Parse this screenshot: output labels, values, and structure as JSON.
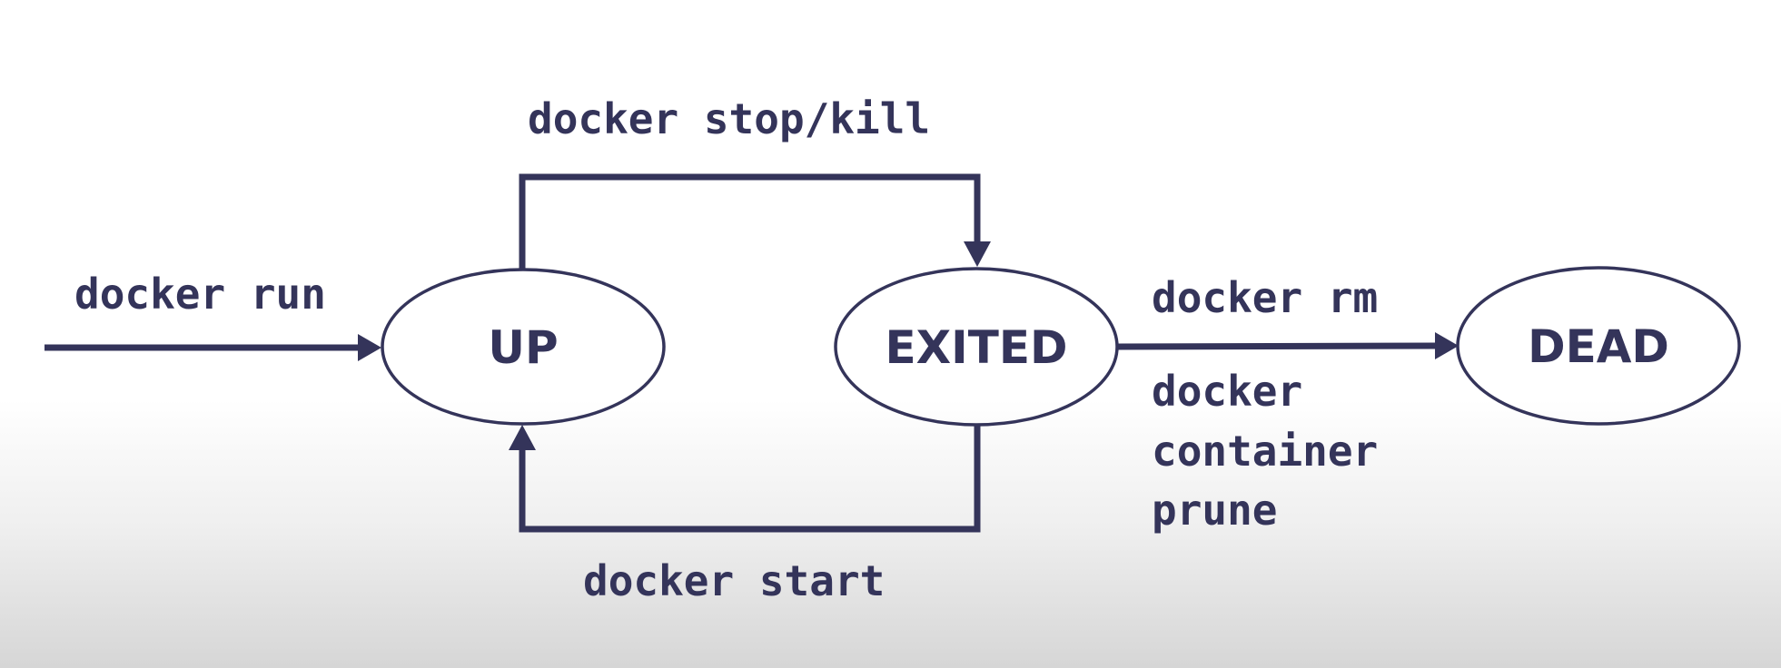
{
  "colors": {
    "ink": "#34345a",
    "background_top": "#ffffff",
    "background_bottom": "#d6d6d6"
  },
  "states": {
    "up": "UP",
    "exited": "EXITED",
    "dead": "DEAD"
  },
  "commands": {
    "run": "docker run",
    "stop_kill": "docker stop/kill",
    "start": "docker start",
    "rm": "docker rm",
    "prune_line1": "docker",
    "prune_line2": "container",
    "prune_line3": "prune"
  }
}
